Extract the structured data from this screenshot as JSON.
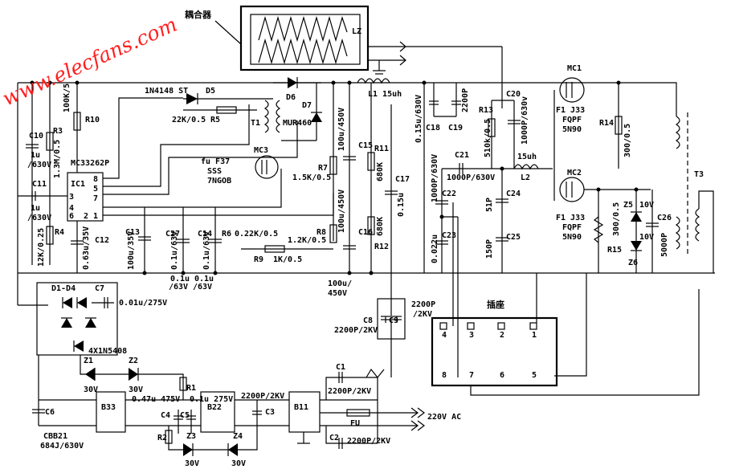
{
  "watermark": "www.elecfans.com",
  "coupler": {
    "label": "耦合器",
    "coil": "LZ"
  },
  "labels": {
    "d5": "1N4148 ST",
    "d5n": "D5",
    "d6": "D6",
    "d7": "D7",
    "mur": "MUR460",
    "r5v": "22K/0.5",
    "r5": "R5",
    "t1": "T1",
    "l1": "L1 15uh",
    "c630": "0.15u/630V",
    "c18": "C18",
    "c19": "C19",
    "c2200": "2200P",
    "r13": "R13",
    "r13v": "510k/0.5",
    "c20": "C20",
    "c20v": "1000P/630v",
    "mc1": "MC1",
    "f1a": "F1 J33",
    "fqpf1": "FQPF",
    "5n90a": "5N90",
    "r14": "R14",
    "r14v": "300/0.5",
    "r10": "R10",
    "r3": "R3",
    "r3v": "1.3M/0.5",
    "r3b": "100K/5",
    "c10": "C10",
    "c10v1": "1u",
    "c10v2": "/630V",
    "ic": "MC33262P",
    "ic1": "IC1",
    "p8": "8",
    "p5": "5",
    "p7": "7",
    "p1": "1",
    "p2": "2",
    "p3": "3",
    "p4": "4",
    "p6": "6",
    "c11": "C11",
    "c11v1": "1u",
    "c11v2": "/630V",
    "r4": "R4",
    "r4v": "12K/0.25",
    "c12": "C12",
    "c12v": "0.63u/35V",
    "c13": "C13",
    "c13v": "100u/35V",
    "c27": "C27",
    "c27v": "0.1u/63V",
    "c14": "C14",
    "c14v": "0.1u/63V",
    "c63a": "0.1u",
    "c63b": "/63V",
    "c63c": "0.1u",
    "c63d": "/63V",
    "r6": "R6",
    "r6v": "0.22K/0.5",
    "mc3": "MC3",
    "fu": "fu F37",
    "sss": "SSS",
    "7ngob": "7NGOB",
    "r7": "R7",
    "r7v": "1.5K/0.5",
    "c15": "C15",
    "c15v": "100u/450V",
    "r11": "R11",
    "r11v": "680K",
    "c16": "C16",
    "c16v": "100u/450V",
    "r12": "R12",
    "r12v": "680K",
    "c17": "C17",
    "c17v": "0.15u",
    "r8": "R8",
    "r8v": "1.2K/0.5",
    "r9": "R9",
    "r9v": "1K/0.5",
    "c100a": "100u/",
    "c100b": "450V",
    "c21": "C21",
    "c21v": "1000P/630V",
    "c22": "C22",
    "c22v": "1000P/630V",
    "c23": "C23",
    "c23v": "0.022u",
    "c24": "C24",
    "c51p": "51P",
    "c25": "C25",
    "c150p": "150P",
    "l2": "L2",
    "l2v": "15uh",
    "mc2": "MC2",
    "f1b": "F1 J33",
    "fqpf2": "FQPF",
    "5n90b": "5N90",
    "r15": "R15",
    "r15v": "300/0.5",
    "z5": "Z5",
    "z5v": "10V",
    "z6": "Z6",
    "z6v": "10V",
    "c26": "C26",
    "c26v": "5000P",
    "t3": "T3",
    "d1d4": "D1-D4",
    "c7": "C7",
    "c7v": "0.01u/275V",
    "4x": "4X1N5408",
    "c8": "C8",
    "c8v": "2200P/2KV",
    "c9": "C9",
    "c9v1": "2200P",
    "c9v2": "/2KV",
    "socket": "插座",
    "s4": "4",
    "s3": "3",
    "s2": "2",
    "s1": "1",
    "s8": "8",
    "s7": "7",
    "s6": "6",
    "s5": "5",
    "z1": "Z1",
    "z2": "Z2",
    "z1v": "30V",
    "z2v": "30V",
    "r1": "R1",
    "c047": "0.47u 475V",
    "c01": "0.1u 275V",
    "c2200kv": "2200P/2KV",
    "c6": "C6",
    "b33": "B33",
    "c4": "C4",
    "c5": "C5",
    "b22": "B22",
    "c3": "C3",
    "b11": "B11",
    "c1": "C1",
    "c1v": "2200P/2KV",
    "c2": "C2",
    "c2v": "2200P/2KV",
    "fub": "FU",
    "ac": "220V AC",
    "r2": "R2",
    "z3": "Z3",
    "z4": "Z4",
    "z3v": "30V",
    "z4v": "30V",
    "cbb1": "CBB21",
    "cbb2": "684J/630V"
  }
}
